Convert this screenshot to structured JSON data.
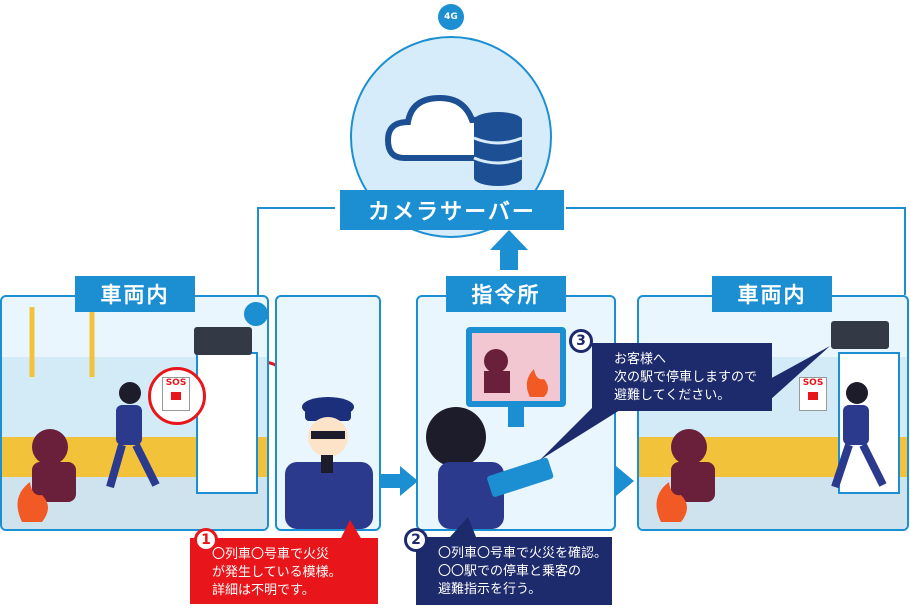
{
  "server": {
    "label": "カメラサーバー",
    "badge": "4G"
  },
  "panels": {
    "left_title": "車両内",
    "center_title": "指令所",
    "right_title": "車両内"
  },
  "sos": {
    "left": "SOS",
    "right": "SOS"
  },
  "callouts": [
    {
      "number": "1",
      "lines": [
        "〇列車〇号車で火災",
        "が発生している模様。",
        "詳細は不明です。"
      ],
      "color": "#e8161b"
    },
    {
      "number": "2",
      "lines": [
        "〇列車〇号車で火災を確認。",
        "〇〇駅での停車と乗客の",
        "避難指示を行う。"
      ],
      "color": "#1d2a6b"
    },
    {
      "number": "3",
      "lines": [
        "お客様へ",
        "次の駅で停車しますので",
        "避難してください。"
      ],
      "color": "#1d2a6b"
    }
  ],
  "colors": {
    "accent": "#1b8fd2",
    "alert": "#e8161b",
    "navy": "#1d2a6b"
  }
}
